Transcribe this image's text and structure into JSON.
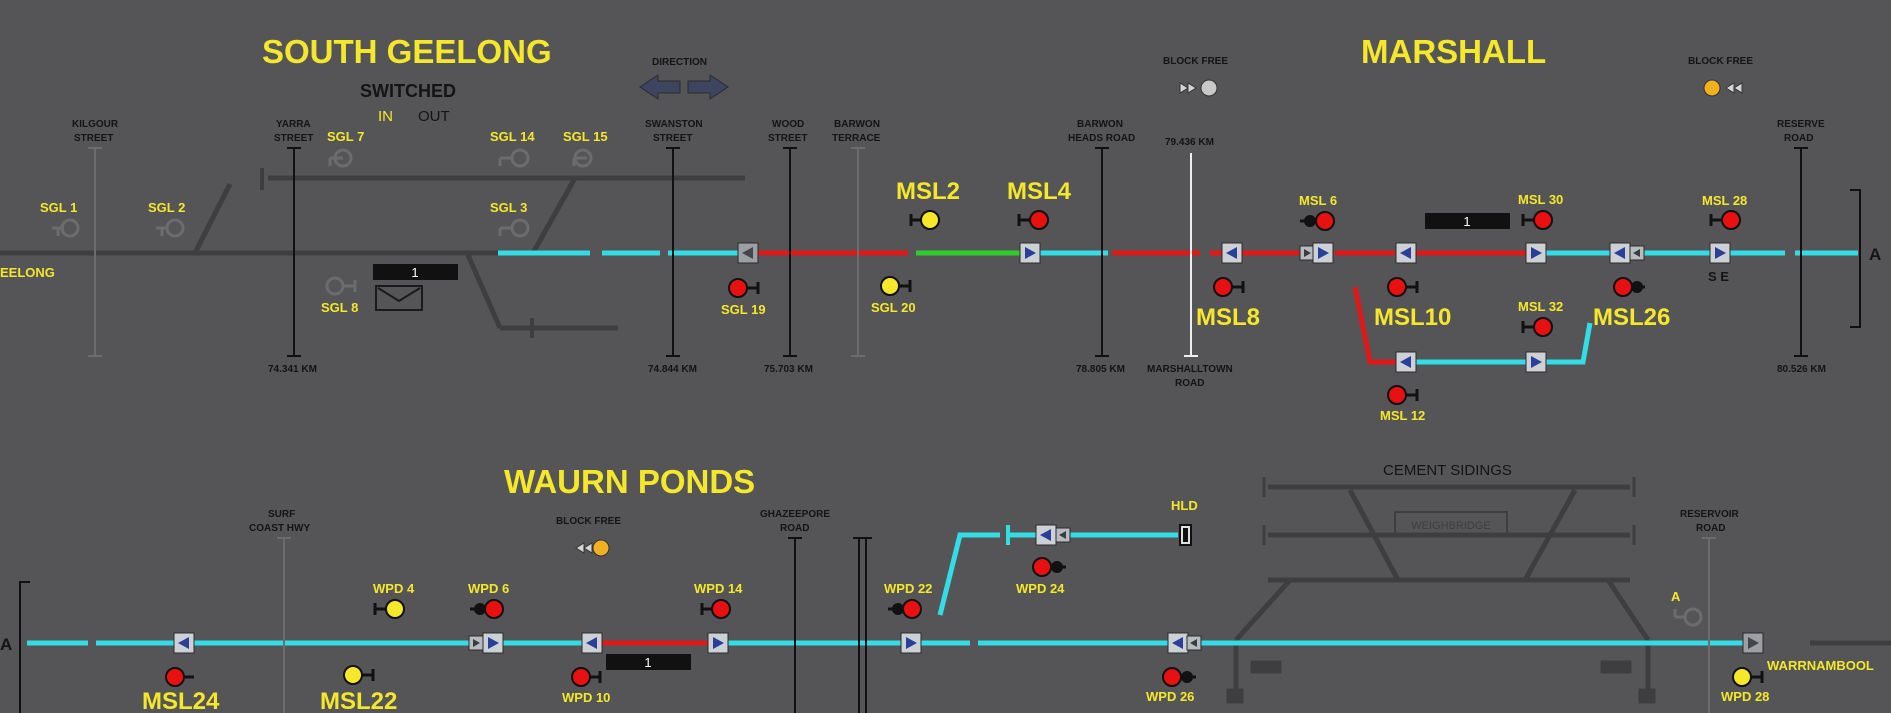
{
  "stations": {
    "south_geelong": "SOUTH GEELONG",
    "marshall": "MARSHALL",
    "waurn_ponds": "WAURN PONDS"
  },
  "switched": {
    "title": "SWITCHED",
    "in": "IN",
    "out": "OUT"
  },
  "direction": "DIRECTION",
  "block_free": "BLOCK FREE",
  "cement_sidings": "CEMENT SIDINGS",
  "weighbridge": "WEIGHBRIDGE",
  "hld": "HLD",
  "end_a": "A",
  "places": {
    "geelong": "EELONG",
    "warrnambool": "WARRNAMBOOL"
  },
  "se": "S  E",
  "count_boxes": [
    "1",
    "1",
    "1"
  ],
  "roads": {
    "kilgour": [
      "KILGOUR",
      "STREET"
    ],
    "yarra": [
      "YARRA",
      "STREET"
    ],
    "swanston": [
      "SWANSTON",
      "STREET"
    ],
    "wood": [
      "WOOD",
      "STREET"
    ],
    "barwon_terrace": [
      "BARWON",
      "TERRACE"
    ],
    "barwon_heads": [
      "BARWON",
      "HEADS ROAD"
    ],
    "reserve": [
      "RESERVE",
      "ROAD"
    ],
    "marshalltown": [
      "MARSHALLTOWN",
      "ROAD"
    ],
    "surf_coast": [
      "SURF",
      "COAST HWY"
    ],
    "ghazeepore": [
      "GHAZEEPORE",
      "ROAD"
    ],
    "reservoir": [
      "RESERVOIR",
      "ROAD"
    ]
  },
  "km": {
    "k74341": "74.341 KM",
    "k74844": "74.844 KM",
    "k75703": "75.703 KM",
    "k78805": "78.805 KM",
    "k79436": "79.436 KM",
    "k80526": "80.526 KM"
  },
  "signals": {
    "sgl1": "SGL 1",
    "sgl2": "SGL 2",
    "sgl3": "SGL 3",
    "sgl7": "SGL 7",
    "sgl8": "SGL 8",
    "sgl14": "SGL 14",
    "sgl15": "SGL 15",
    "sgl19": "SGL 19",
    "sgl20": "SGL 20",
    "msl2": "MSL2",
    "msl4": "MSL4",
    "msl6": "MSL 6",
    "msl8": "MSL8",
    "msl10": "MSL10",
    "msl12": "MSL 12",
    "msl22": "MSL22",
    "msl24": "MSL24",
    "msl26": "MSL26",
    "msl28": "MSL 28",
    "msl30": "MSL 30",
    "msl32": "MSL 32",
    "wpd4": "WPD 4",
    "wpd6": "WPD 6",
    "wpd10": "WPD 10",
    "wpd14": "WPD 14",
    "wpd22": "WPD 22",
    "wpd24": "WPD 24",
    "wpd26": "WPD 26",
    "wpd28": "WPD 28",
    "a_small": "A"
  },
  "colors": {
    "background": "#555557",
    "dark_track": "#3e3e40",
    "clear": "#33dde6",
    "occupied": "#e01818",
    "set": "#2ecc2e",
    "signal_red": "#e81010",
    "signal_yellow": "#f5e82a",
    "label": "#f5e82a",
    "text_dark": "#141414"
  }
}
